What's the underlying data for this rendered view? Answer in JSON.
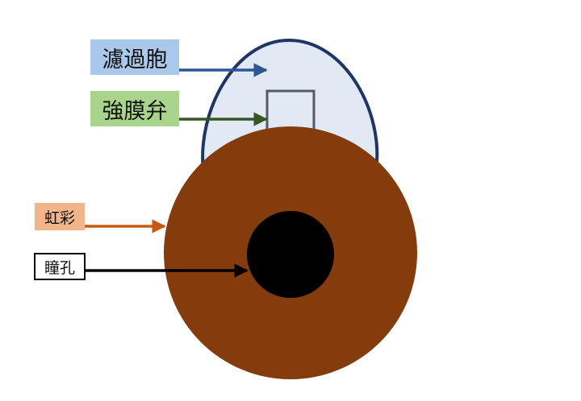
{
  "labels": {
    "bleb": {
      "text": "濾過胞",
      "bg_color": "#a9c8ea"
    },
    "flap": {
      "text": "強膜弁",
      "bg_color": "#a9d48c"
    },
    "iris": {
      "text": "虹彩",
      "bg_color": "#f2b48a"
    },
    "pupil": {
      "text": "瞳孔",
      "bg_color": "#ffffff"
    }
  },
  "colors": {
    "bleb_fill": "#e1e9f4",
    "bleb_outline": "#1e3565",
    "flap_outline": "#555a64",
    "iris_fill": "#843c0c",
    "pupil_fill": "#000000",
    "arrow_bleb": "#2f5597",
    "arrow_flap": "#375623",
    "arrow_iris": "#c55a11",
    "arrow_pupil": "#000000"
  }
}
